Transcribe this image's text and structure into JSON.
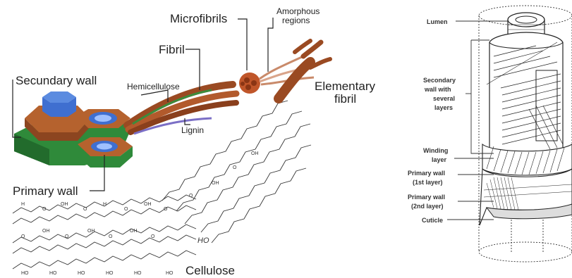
{
  "left_diagram": {
    "labels": {
      "microfibrils": "Microfibrils",
      "amorphous_line1": "Amorphous",
      "amorphous_line2": "regions",
      "fibril": "Fibril",
      "secundary_wall": "Secundary wall",
      "hemicellulose": "Hemicellulose",
      "elementary_line1": "Elementary",
      "elementary_line2": "fibril",
      "lignin": "Lignin",
      "primary_wall": "Primary wall",
      "cellulose": "Cellulose"
    },
    "colors": {
      "cell_brown": "#b5622e",
      "cell_green": "#2f8a3a",
      "lumen_blue": "#3f6fd0",
      "fibril_brown": "#9a4a22",
      "hemicellulose_green": "#3c8c3c",
      "lignin_purple": "#7b6fc6"
    }
  },
  "right_diagram": {
    "labels": {
      "lumen": "Lumen",
      "secondary_line1": "Secondary",
      "secondary_line2": "wall with",
      "secondary_line3": "several",
      "secondary_line4": "layers",
      "winding_line1": "Winding",
      "winding_line2": "layer",
      "primary1_line1": "Primary wall",
      "primary1_line2": "(1st layer)",
      "primary2_line1": "Primary wall",
      "primary2_line2": "(2nd layer)",
      "cuticle": "Cuticle"
    }
  }
}
